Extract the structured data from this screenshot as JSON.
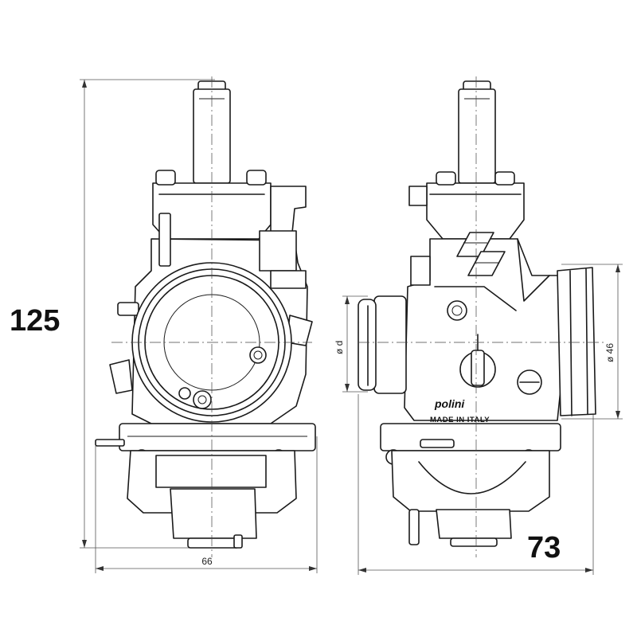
{
  "dimensions": {
    "overall_height": "125",
    "front_width": "66",
    "side_width": "73",
    "inlet_diameter": "ø d",
    "outlet_diameter": "ø 46"
  },
  "markings": {
    "brand": "polini",
    "origin": "MADE IN ITALY"
  }
}
